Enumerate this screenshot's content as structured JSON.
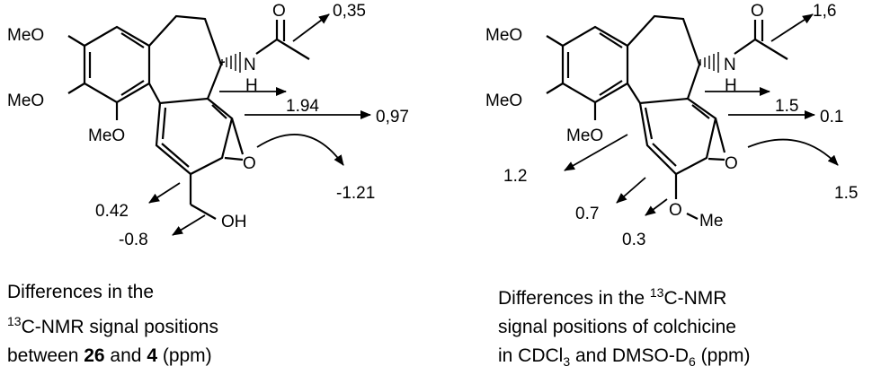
{
  "left": {
    "atoms": {
      "meo_top": "MeO",
      "meo_mid": "MeO",
      "meo_bot": "MeO",
      "n": "N",
      "h": "H",
      "o_amide": "O",
      "o_ketone": "O",
      "oh": "OH"
    },
    "values": {
      "amide": "0,35",
      "nh": "1.94",
      "ring": "0,97",
      "carbonyl": "-1.21",
      "ch_left": "0.42",
      "ch2oh": "-0.8"
    },
    "caption": {
      "line1": "Differences in the",
      "line2_sup": "13",
      "line2_text": "C-NMR signal positions",
      "line3_a": "between ",
      "line3_b": "26",
      "line3_c": " and ",
      "line3_d": "4",
      "line3_e": "  (ppm)"
    }
  },
  "right": {
    "atoms": {
      "meo_top": "MeO",
      "meo_mid": "MeO",
      "meo_bot": "MeO",
      "n": "N",
      "h": "H",
      "o_amide": "O",
      "o_ketone": "O",
      "o_methoxy": "O",
      "me": "Me"
    },
    "values": {
      "amide": "1,6",
      "nh": "1.5",
      "ring": "0.1",
      "carbonyl": "1.5",
      "ring_left": "1.2",
      "ring_bottom": "0.7",
      "methoxy_c": "0.3"
    },
    "caption": {
      "line1_a": "Differences in the ",
      "line1_sup": "13",
      "line1_b": "C-NMR",
      "line2": "signal positions of colchicine",
      "line3_a": "in  CDCl",
      "line3_sub1": "3",
      "line3_b": " and DMSO-D",
      "line3_sub2": "6",
      "line3_c": "  (ppm)"
    }
  }
}
